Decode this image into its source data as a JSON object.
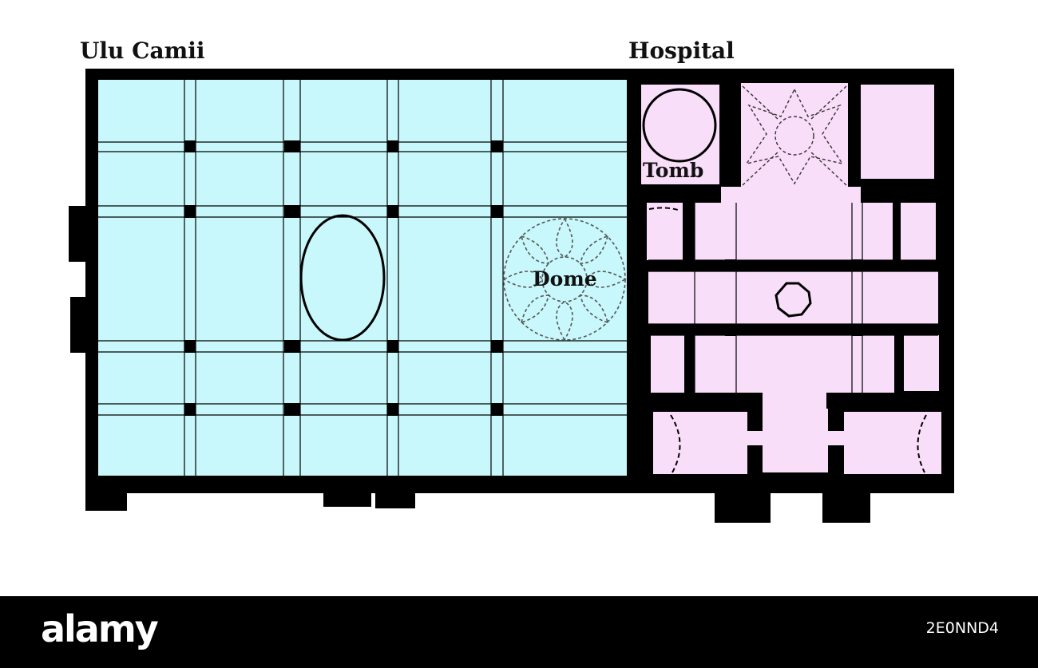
{
  "labels": {
    "mosque": "Ulu Camii",
    "hospital": "Hospital",
    "tomb": "Tomb",
    "dome": "Dome"
  },
  "colors": {
    "mosque_fill": "#c8f8fb",
    "hospital_fill": "#f9def9",
    "wall": "#000000"
  },
  "watermark": {
    "brand": "alamy",
    "image_code": "2E0NND4"
  }
}
